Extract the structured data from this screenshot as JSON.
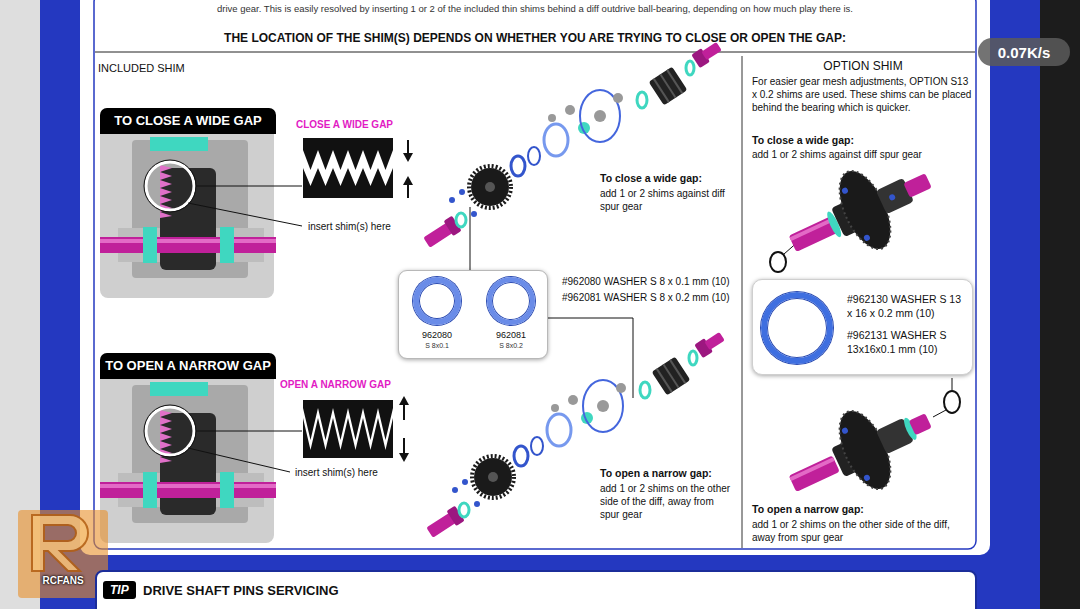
{
  "diagram": {
    "title": "THE LOCATION OF THE SHIM(S) DEPENDS ON WHETHER YOU ARE TRYING TO CLOSE OR OPEN THE GAP:",
    "nodes": [
      {
        "text": [
          "TO CLOSE A WIDE GAP"
        ]
      },
      {
        "text": [
          "TO OPEN A NARROW GAP"
        ]
      },
      {
        "text": [
          "962080",
          "S 8x0.1",
          "962081",
          "S 8x0.2"
        ]
      },
      {
        "text": [
          "#962130 WASHER S 13 x 16 x 0.2 mm (10)",
          "#962131 WASHER S 13x16x0.1 mm (10)"
        ]
      },
      {
        "text": [
          "TIP",
          "DRIVE SHAFT PINS SERVICING"
        ]
      }
    ],
    "labels": [
      "drive gear. This is easily resolved by inserting 1 or 2 of the included thin shims behind a diff outdrive ball-bearing, depending on how much play there is.",
      "INCLUDED SHIM",
      "CLOSE A WIDE GAP",
      "insert shim(s) here",
      "To close a wide gap:",
      "add 1 or 2 shims against diff spur gear",
      "#962080 WASHER S 8 x 0.1 mm (10)",
      "#962081 WASHER S 8 x 0.2 mm (10)",
      "OPEN A NARROW GAP",
      "insert shim(s) here",
      "To open a narrow gap:",
      "add 1 or 2 shims on the other side of the diff, away from spur gear",
      "OPTION SHIM",
      "For easier gear mesh adjustments, OPTION S13 x 0.2 shims are used. These shims can be placed behind the bearing which is quicker.",
      "To close a wide gap:",
      "add 1 or 2 shims against diff spur gear",
      "To open a narrow gap:",
      "add 1 or 2 shims on the other side of the diff, away from spur gear",
      "0.07K/s",
      "RCFANS"
    ]
  }
}
